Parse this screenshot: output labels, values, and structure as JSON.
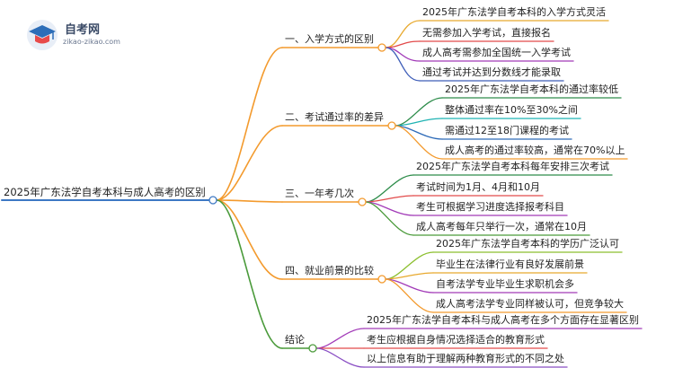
{
  "logo": {
    "title": "自考网",
    "subtitle": "zikao-zikao.com"
  },
  "root": {
    "label": "2025年广东法学自考本科与成人高考的区别",
    "color": "#3d78c4"
  },
  "branches": [
    {
      "label": "一、入学方式的区别",
      "color": "#f39a2d",
      "leaves": [
        {
          "label": "2025年广东法学自考本科的入学方式灵活",
          "color": "#e8a92e"
        },
        {
          "label": "无需参加入学考试，直接报名",
          "color": "#e24a4a"
        },
        {
          "label": "成人高考需参加全国统一入学考试",
          "color": "#a23bb8"
        },
        {
          "label": "通过考试并达到分数线才能录取",
          "color": "#3d5db8"
        }
      ]
    },
    {
      "label": "二、考试通过率的差异",
      "color": "#f39a2d",
      "leaves": [
        {
          "label": "2025年广东法学自考本科的通过率较低",
          "color": "#2d8c4a"
        },
        {
          "label": "整体通过率在10%至30%之间",
          "color": "#1fb3b3"
        },
        {
          "label": "需通过12至18门课程的考试",
          "color": "#2d6ab8"
        },
        {
          "label": "成人高考的通过率较高，通常在70%以上",
          "color": "#f39a2d"
        }
      ]
    },
    {
      "label": "三、一年考几次",
      "color": "#f39a2d",
      "leaves": [
        {
          "label": "2025年广东法学自考本科每年安排三次考试",
          "color": "#2d8c4a"
        },
        {
          "label": "考试时间为1月、4月和10月",
          "color": "#e24a4a"
        },
        {
          "label": "考生可根据学习进度选择报考科目",
          "color": "#a23bb8"
        },
        {
          "label": "成人高考每年只举行一次，通常在10月",
          "color": "#4a9a3a"
        }
      ]
    },
    {
      "label": "四、就业前景的比较",
      "color": "#f39a2d",
      "leaves": [
        {
          "label": "2025年广东法学自考本科的学历广泛认可",
          "color": "#8cbf2e"
        },
        {
          "label": "毕业生在法律行业有良好发展前景",
          "color": "#e8a92e"
        },
        {
          "label": "自考法学专业毕业生求职机会多",
          "color": "#a23bb8"
        },
        {
          "label": "成人高考法学专业同样被认可，但竞争较大",
          "color": "#f39a2d"
        }
      ]
    },
    {
      "label": "结论",
      "color": "#4a9a3a",
      "leaves": [
        {
          "label": "2025年广东法学自考本科与成人高考在多个方面存在显著区别",
          "color": "#a23bb8"
        },
        {
          "label": "考生应根据自身情况选择适合的教育形式",
          "color": "#e24a4a"
        },
        {
          "label": "以上信息有助于理解两种教育形式的不同之处",
          "color": "#8a4fc4"
        }
      ]
    }
  ]
}
